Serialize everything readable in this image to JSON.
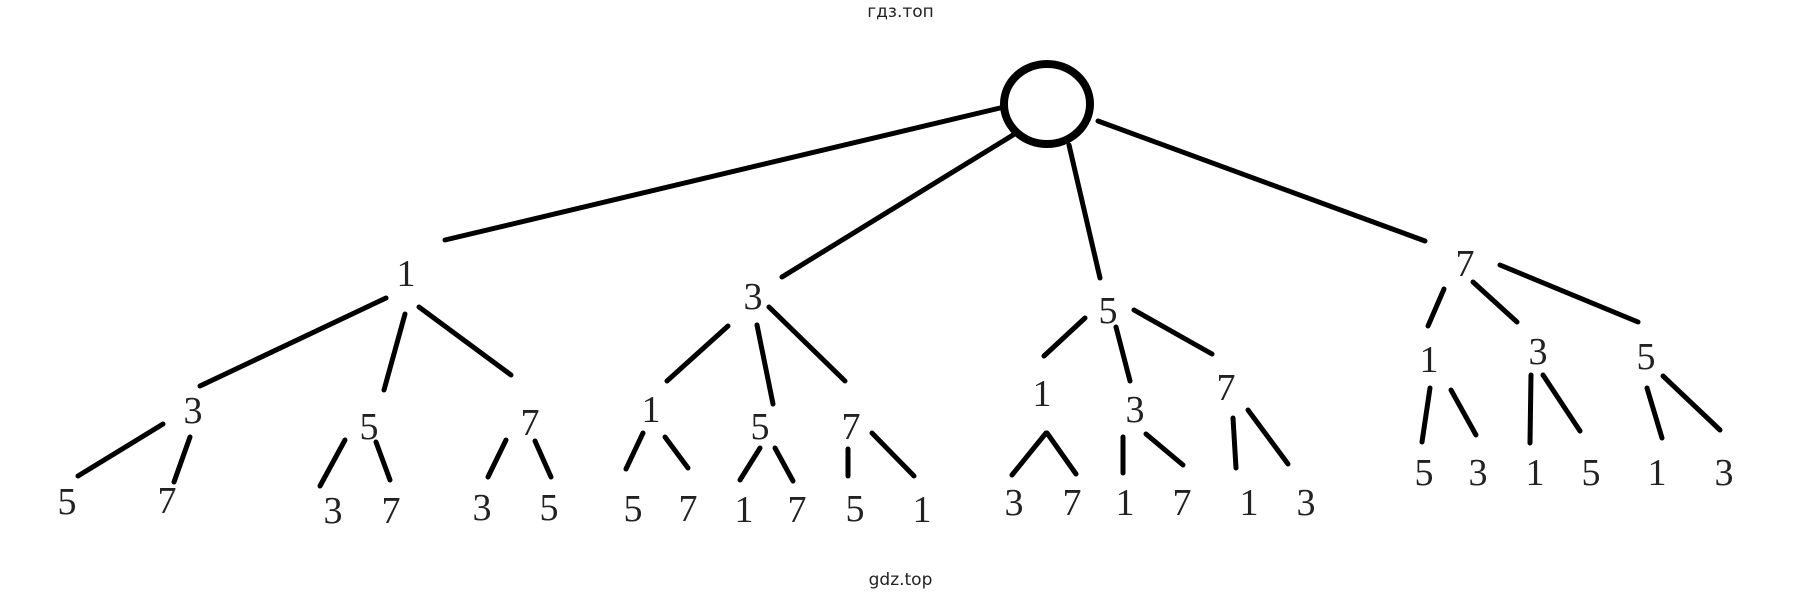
{
  "watermark_top": "гдз.топ",
  "watermark_bottom": "gdz.top",
  "colors": {
    "stroke": "#000000",
    "text": "#222222",
    "background": "#ffffff"
  },
  "tree": {
    "root": "",
    "children": [
      {
        "label": "1",
        "children": [
          {
            "label": "3",
            "children": [
              {
                "label": "5"
              },
              {
                "label": "7"
              }
            ]
          },
          {
            "label": "5",
            "children": [
              {
                "label": "3"
              },
              {
                "label": "7"
              }
            ]
          },
          {
            "label": "7",
            "children": [
              {
                "label": "3"
              },
              {
                "label": "5"
              }
            ]
          }
        ]
      },
      {
        "label": "3",
        "children": [
          {
            "label": "1",
            "children": [
              {
                "label": "5"
              },
              {
                "label": "7"
              }
            ]
          },
          {
            "label": "5",
            "children": [
              {
                "label": "1"
              },
              {
                "label": "7"
              }
            ]
          },
          {
            "label": "7",
            "children": [
              {
                "label": "5"
              },
              {
                "label": "1"
              }
            ]
          }
        ]
      },
      {
        "label": "5",
        "children": [
          {
            "label": "1",
            "children": [
              {
                "label": "3"
              },
              {
                "label": "7"
              }
            ]
          },
          {
            "label": "3",
            "children": [
              {
                "label": "1"
              },
              {
                "label": "7"
              }
            ]
          },
          {
            "label": "7",
            "children": [
              {
                "label": "1"
              },
              {
                "label": "3"
              }
            ]
          }
        ]
      },
      {
        "label": "7",
        "children": [
          {
            "label": "1",
            "children": [
              {
                "label": "5"
              },
              {
                "label": "3"
              }
            ]
          },
          {
            "label": "3",
            "children": [
              {
                "label": "1"
              },
              {
                "label": "5"
              }
            ]
          },
          {
            "label": "5",
            "children": [
              {
                "label": "1"
              },
              {
                "label": "3"
              }
            ]
          }
        ]
      }
    ]
  }
}
